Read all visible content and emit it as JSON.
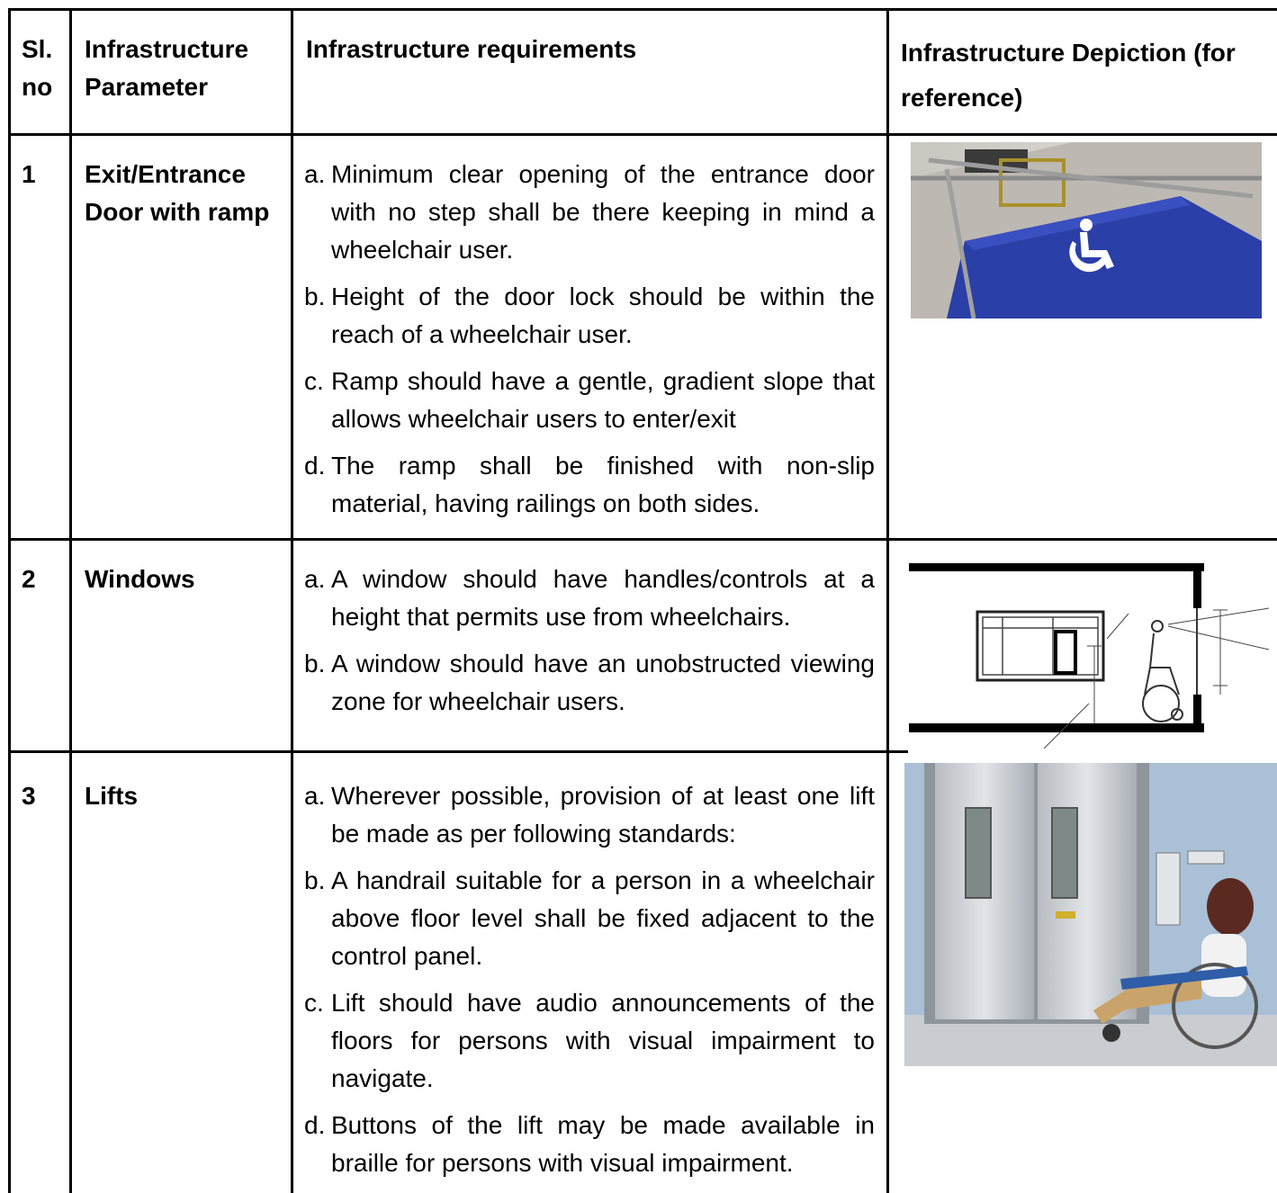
{
  "header": {
    "col1": "Sl. no",
    "col2": "Infrastructure Parameter",
    "col3": "Infrastructure requirements",
    "col4": "Infrastructure Depiction (for reference)"
  },
  "rows": [
    {
      "num": "1",
      "param": "Exit/Entrance Door with ramp",
      "items": [
        {
          "letter": "a.",
          "text": "Minimum clear opening of the entrance door with no step shall be there keeping in mind a wheelchair user."
        },
        {
          "letter": "b.",
          "text": "Height of the door lock should be within the reach of a wheelchair user."
        },
        {
          "letter": "c.",
          "text": "Ramp should have a gentle, gradient slope that allows wheelchair users to enter/exit"
        },
        {
          "letter": "d.",
          "text": "The ramp shall be finished with non-slip material, having railings on both sides."
        }
      ]
    },
    {
      "num": "2",
      "param": "Windows",
      "items": [
        {
          "letter": "a.",
          "text": "A window should have handles/controls at a height that permits use from wheelchairs."
        },
        {
          "letter": "b.",
          "text": "A window should have an unobstructed viewing zone for wheelchair users."
        }
      ]
    },
    {
      "num": "3",
      "param": "Lifts",
      "items": [
        {
          "letter": "a.",
          "text": "Wherever possible, provision of at least one lift be made as per following standards:"
        },
        {
          "letter": "b.",
          "text": "A handrail suitable for a person in a wheelchair above floor level shall be fixed adjacent to the control panel."
        },
        {
          "letter": "c.",
          "text": "Lift should have audio announcements of the floors for persons with visual impairment to navigate."
        },
        {
          "letter": "d.",
          "text": "Buttons of the lift may be made available in braille for persons with visual impairment."
        }
      ]
    }
  ],
  "images": {
    "ramp": {
      "icon": "wheelchair-accessible-ramp-photo",
      "ramp_color": "#2b3fa8"
    },
    "window": {
      "icon": "window-elevation-diagram"
    },
    "lift": {
      "icon": "wheelchair-user-at-lift-photo"
    }
  }
}
